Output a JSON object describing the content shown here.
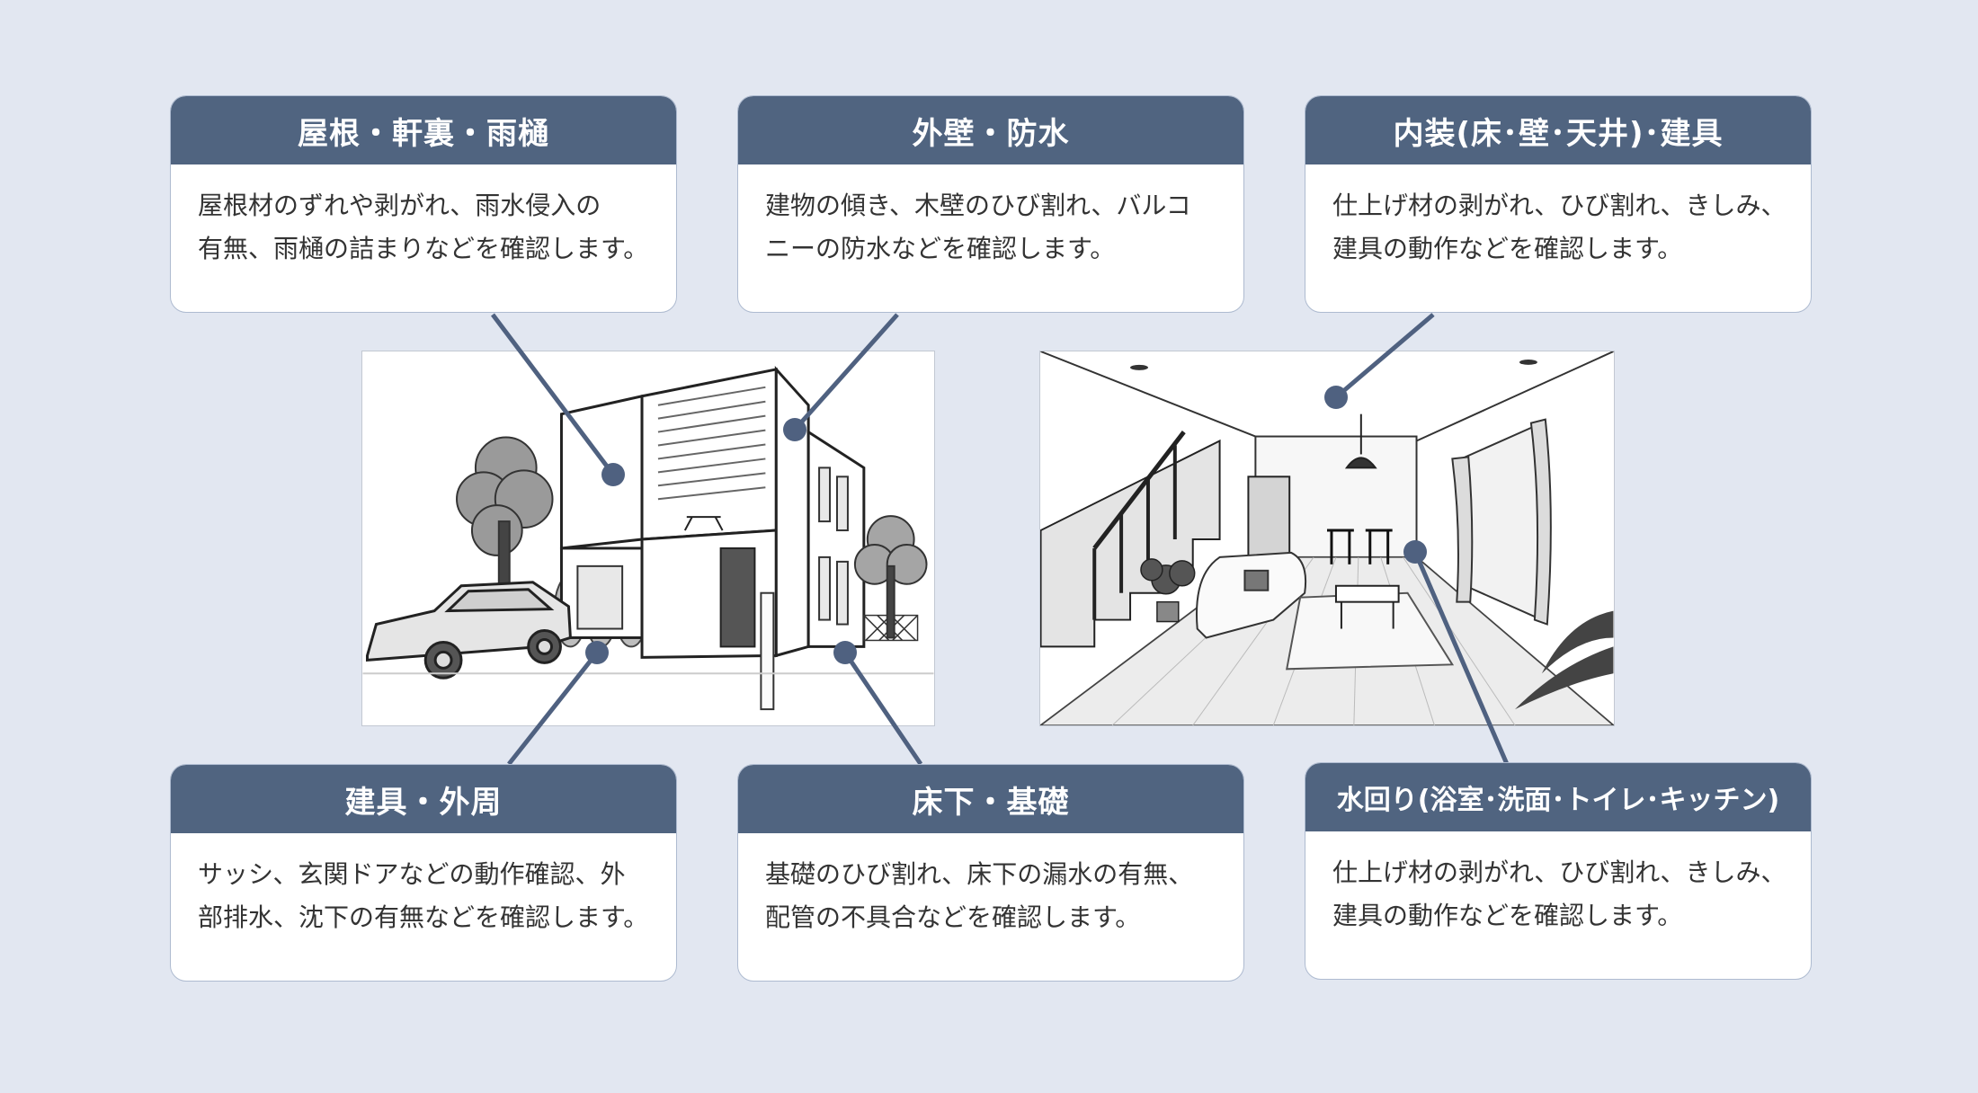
{
  "cards": {
    "roof": {
      "title": "屋根・軒裏・雨樋",
      "lines": [
        "屋根材のずれや剥がれ、雨水侵入の",
        "有無、雨樋の詰まりなどを確認します。"
      ]
    },
    "wall": {
      "title": "外壁・防水",
      "lines": [
        "建物の傾き、木壁のひび割れ、バルコ",
        "ニーの防水などを確認します。"
      ]
    },
    "interior": {
      "title": "内装(床･壁･天井)･建具",
      "lines": [
        "仕上げ材の剥がれ、ひび割れ、きしみ、",
        "建具の動作などを確認します。"
      ]
    },
    "fittings": {
      "title": "建具・外周",
      "lines": [
        "サッシ、玄関ドアなどの動作確認、外",
        "部排水、沈下の有無などを確認します。"
      ]
    },
    "floor": {
      "title": "床下・基礎",
      "lines": [
        "基礎のひび割れ、床下の漏水の有無、",
        "配管の不具合などを確認します。"
      ]
    },
    "water": {
      "title": "水回り(浴室･洗面･トイレ･キッチン)",
      "lines": [
        "仕上げ材の剥がれ、ひび割れ、きしみ、",
        "建具の動作などを確認します。"
      ]
    }
  },
  "illustrations": {
    "exterior": "house-exterior-illustration",
    "interior": "living-room-interior-illustration"
  },
  "colors": {
    "background": "#e2e7f1",
    "header": "#506480",
    "connector": "#4f6180",
    "card_border": "#aebbd0"
  }
}
